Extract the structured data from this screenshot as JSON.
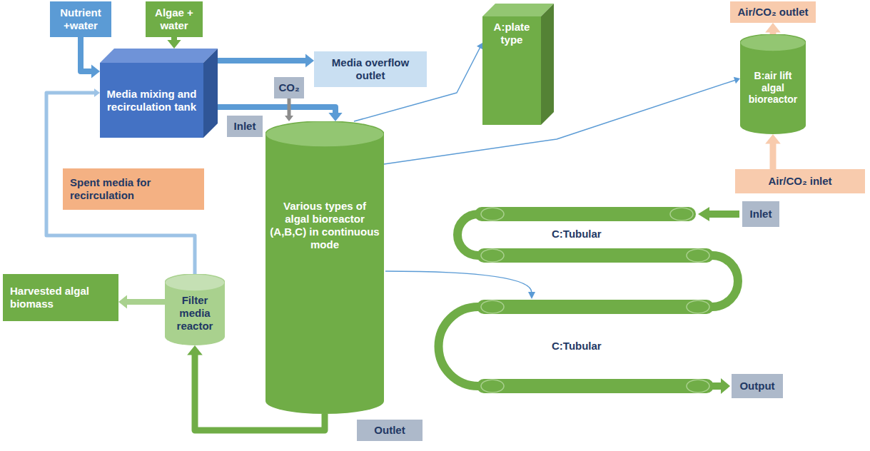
{
  "diagram": {
    "nodes": [
      {
        "text": [
          "Nutrient +water"
        ]
      },
      {
        "text": [
          "Algae + water"
        ]
      },
      {
        "text": [
          "Media mixing and recirculation tank"
        ]
      },
      {
        "text": [
          "Media overflow outlet"
        ]
      },
      {
        "text": [
          "A:plate type"
        ]
      },
      {
        "text": [
          "Air/CO₂ outlet"
        ]
      },
      {
        "text": [
          "B:air lift algal bioreactor"
        ]
      },
      {
        "text": [
          "CO₂"
        ]
      },
      {
        "text": [
          "Inlet"
        ]
      },
      {
        "text": [
          "Various types of algal bioreactor (A,B,C) in continuous mode"
        ]
      },
      {
        "text": [
          "Air/CO₂ inlet"
        ]
      },
      {
        "text": [
          "Inlet"
        ]
      },
      {
        "text": [
          "Spent media for recirculation"
        ]
      },
      {
        "text": [
          "Harvested algal biomass"
        ]
      },
      {
        "text": [
          "Filter media reactor"
        ]
      },
      {
        "text": [
          "Output"
        ]
      },
      {
        "text": [
          "Outlet"
        ]
      }
    ],
    "edges": [
      {
        "from": 0,
        "to": 2,
        "arrow": "to"
      },
      {
        "from": 1,
        "to": 2,
        "arrow": "to"
      },
      {
        "from": 2,
        "to": 3,
        "arrow": "to"
      },
      {
        "from": 2,
        "to": 9,
        "arrow": "to"
      },
      {
        "from": 7,
        "to": 9,
        "arrow": "to"
      },
      {
        "from": 9,
        "to": 4,
        "arrow": "to"
      },
      {
        "from": 9,
        "to": 6,
        "arrow": "to"
      },
      {
        "from": 10,
        "to": 6,
        "arrow": "to"
      },
      {
        "from": 6,
        "to": 5,
        "arrow": "to"
      },
      {
        "from": 9,
        "to": 14,
        "arrow": "to"
      },
      {
        "from": 14,
        "to": 13,
        "arrow": "to"
      },
      {
        "from": 14,
        "to": 2,
        "arrow": "to"
      }
    ],
    "labels": [
      "C:Tubular",
      "C:Tubular"
    ]
  }
}
